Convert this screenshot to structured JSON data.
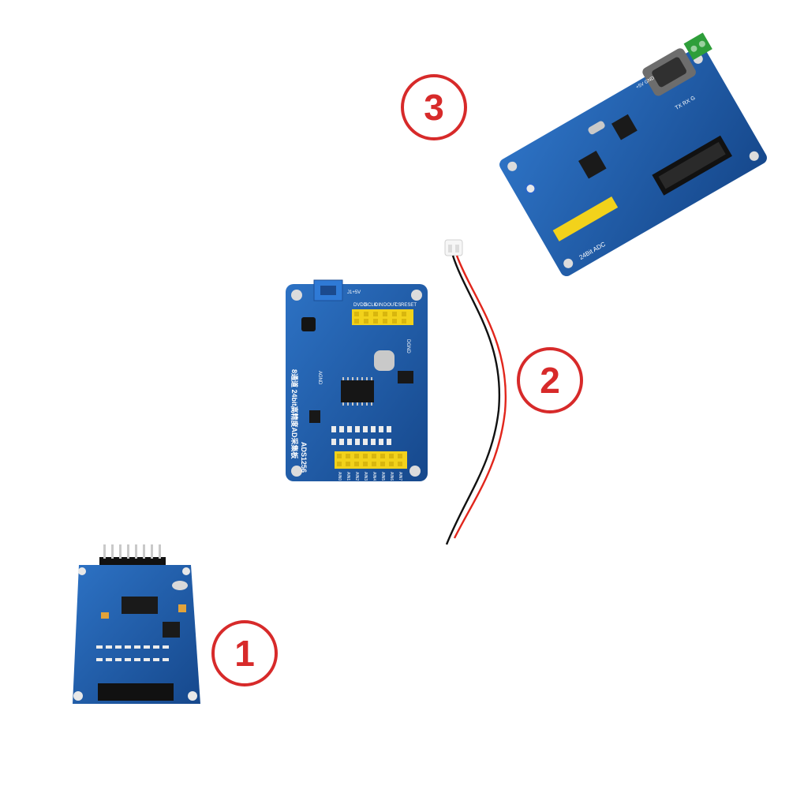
{
  "markers": [
    {
      "label": "1",
      "color": "#d72a2a"
    },
    {
      "label": "2",
      "color": "#d72a2a"
    },
    {
      "label": "3",
      "color": "#d72a2a"
    }
  ],
  "boards": {
    "board2": {
      "silk_title": "8通道 24bit高精度AD采集板",
      "chip_label": "ADS1256",
      "header_top": [
        "DVDD",
        "SCLK",
        "DIN",
        "DOUT",
        "CS",
        "RESET"
      ],
      "header_side": "DGND",
      "power_label": "J1+5V",
      "header_bottom": [
        "AIN0",
        "AIN1",
        "AIN2",
        "AIN3",
        "AIN4",
        "AIN5",
        "AIN6",
        "AIN7"
      ],
      "agnd": "AGND"
    },
    "board3": {
      "label_adc": "24Bit ADC",
      "label_tx": "TX RX G",
      "label_5v": "+5V GND"
    }
  },
  "colors": {
    "pcb_blue": "#1f5fae",
    "pin_yellow": "#f2d21b",
    "wire_red": "#e1261c",
    "wire_black": "#111111",
    "terminal_green": "#2e9e3a"
  }
}
